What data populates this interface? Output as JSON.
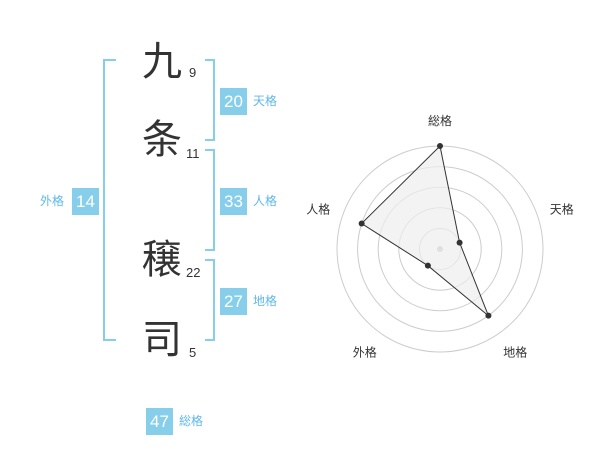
{
  "colors": {
    "accent": "#87ceeb",
    "label": "#5fb8e8",
    "text": "#333333",
    "chart_line": "#333333",
    "chart_fill": "#eeeeee",
    "grid": "#cccccc"
  },
  "name": [
    {
      "char": "九",
      "strokes": "9"
    },
    {
      "char": "条",
      "strokes": "11"
    },
    {
      "char": "穣",
      "strokes": "22"
    },
    {
      "char": "司",
      "strokes": "5"
    }
  ],
  "kakusu": {
    "tenkaku": {
      "value": "20",
      "label": "天格"
    },
    "jinkaku": {
      "value": "33",
      "label": "人格"
    },
    "chikaku": {
      "value": "27",
      "label": "地格"
    },
    "gaikaku": {
      "value": "14",
      "label": "外格"
    },
    "soukaku": {
      "value": "47",
      "label": "総格"
    }
  },
  "chart_data": {
    "type": "radar",
    "axes": [
      "総格",
      "天格",
      "地格",
      "外格",
      "人格"
    ],
    "series": [
      {
        "values": [
          5,
          1,
          4,
          1,
          4
        ]
      }
    ],
    "range": [
      0,
      5
    ],
    "grid_rings": 5
  }
}
